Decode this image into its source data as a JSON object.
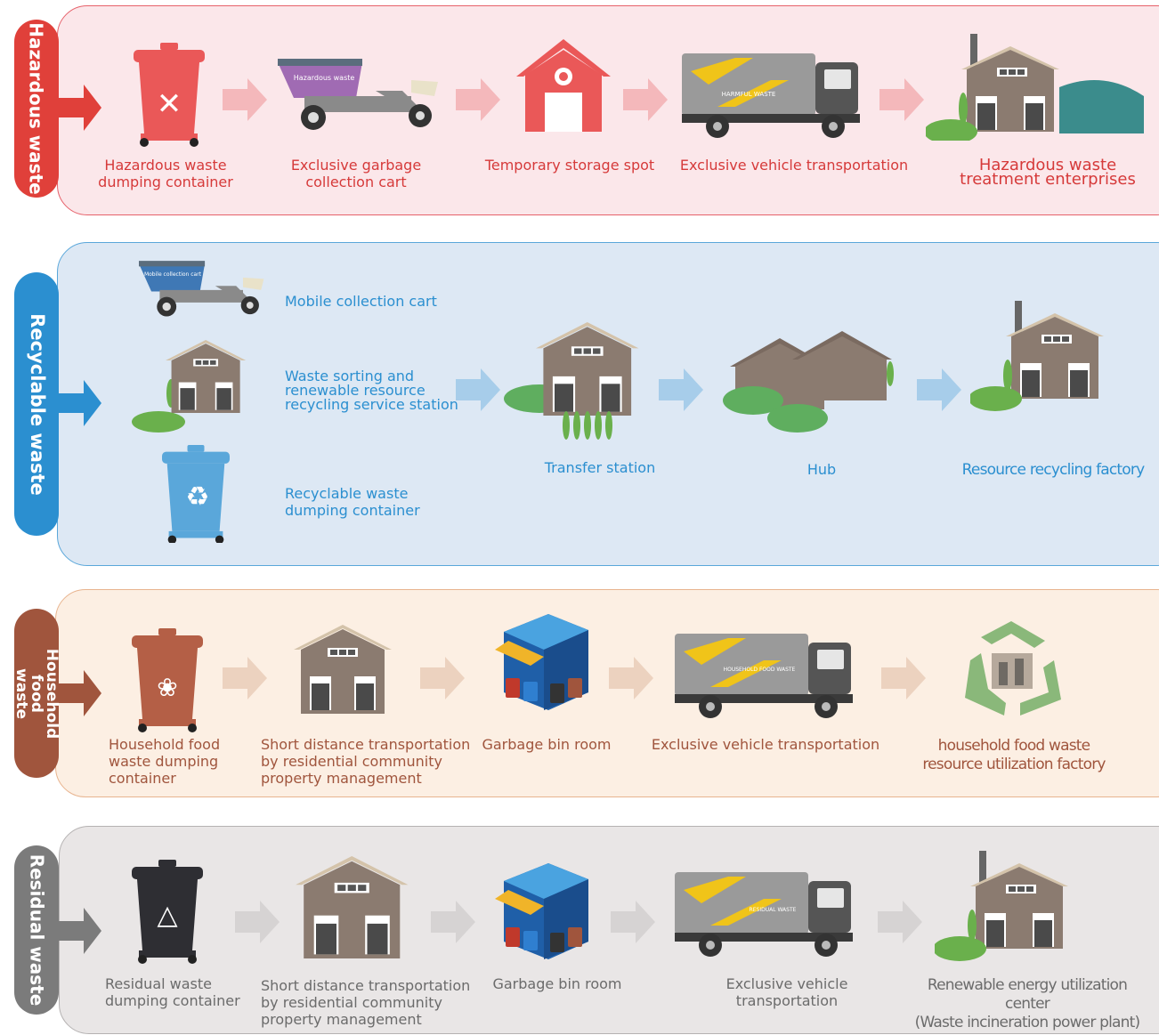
{
  "hazardous": {
    "tab_label": "Hazardous waste",
    "steps": [
      "Hazardous waste\ndumping container",
      "Exclusive garbage\ncollection cart",
      "Temporary storage spot",
      "Exclusive vehicle transportation",
      "Hazardous waste\ntreatment enterprises"
    ],
    "cart_text": "Hazardous waste",
    "truck_text": "HARMFUL WASTE"
  },
  "recyclable": {
    "tab_label": "Recyclable waste",
    "sources": [
      "Mobile collection cart",
      "Waste sorting and\nrenewable  resource\nrecycling  service station",
      "Recyclable waste\ndumping container"
    ],
    "cart_text": "Mobile collection cart",
    "steps": [
      "Transfer station",
      "Hub",
      "Resource recycling factory"
    ]
  },
  "food": {
    "tab_label": "Household food\nwaste",
    "steps": [
      "Household food\nwaste dumping\ncontainer",
      "Short distance transportation\nby residential  community\nproperty management",
      "Garbage bin room",
      "Exclusive vehicle transportation",
      "household food waste\nresource utilization factory"
    ],
    "truck_text": "HOUSEHOLD FOOD WASTE"
  },
  "residual": {
    "tab_label": "Residual waste",
    "steps": [
      "Residual waste\ndumping container",
      "Short distance transportation\nby residential community\nproperty management",
      "Garbage bin room",
      "Exclusive vehicle transportation",
      "Renewable energy utilization center\n(Waste incineration power plant)"
    ],
    "truck_text": "RESIDUAL WASTE"
  },
  "colors": {
    "hazardous": "#e0403a",
    "recyclable": "#2b8fd0",
    "food": "#a0553d",
    "residual": "#7b7b7b"
  }
}
